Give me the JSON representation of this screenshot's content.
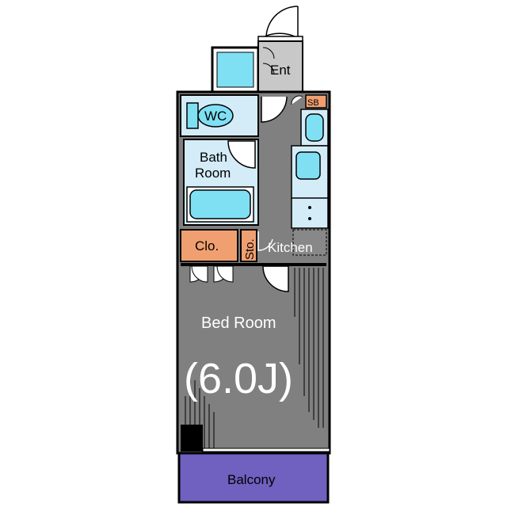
{
  "plan": {
    "rooms": {
      "entrance": "Ent",
      "toilet": "WC",
      "bath_line1": "Bath",
      "bath_line2": "Room",
      "shoe_box": "SB",
      "closet": "Clo.",
      "storage": "Sto.",
      "kitchen": "Kitchen",
      "bedroom": "Bed Room",
      "bedroom_size": "(6.0J)",
      "balcony": "Balcony"
    },
    "colors": {
      "floor_gray": "#808080",
      "light_blue": "#d4ecf8",
      "fixture_cyan": "#7fe0f4",
      "closet_orange": "#f0a070",
      "balcony_purple": "#7060c0",
      "entrance_floor": "#c8c8c8"
    }
  }
}
